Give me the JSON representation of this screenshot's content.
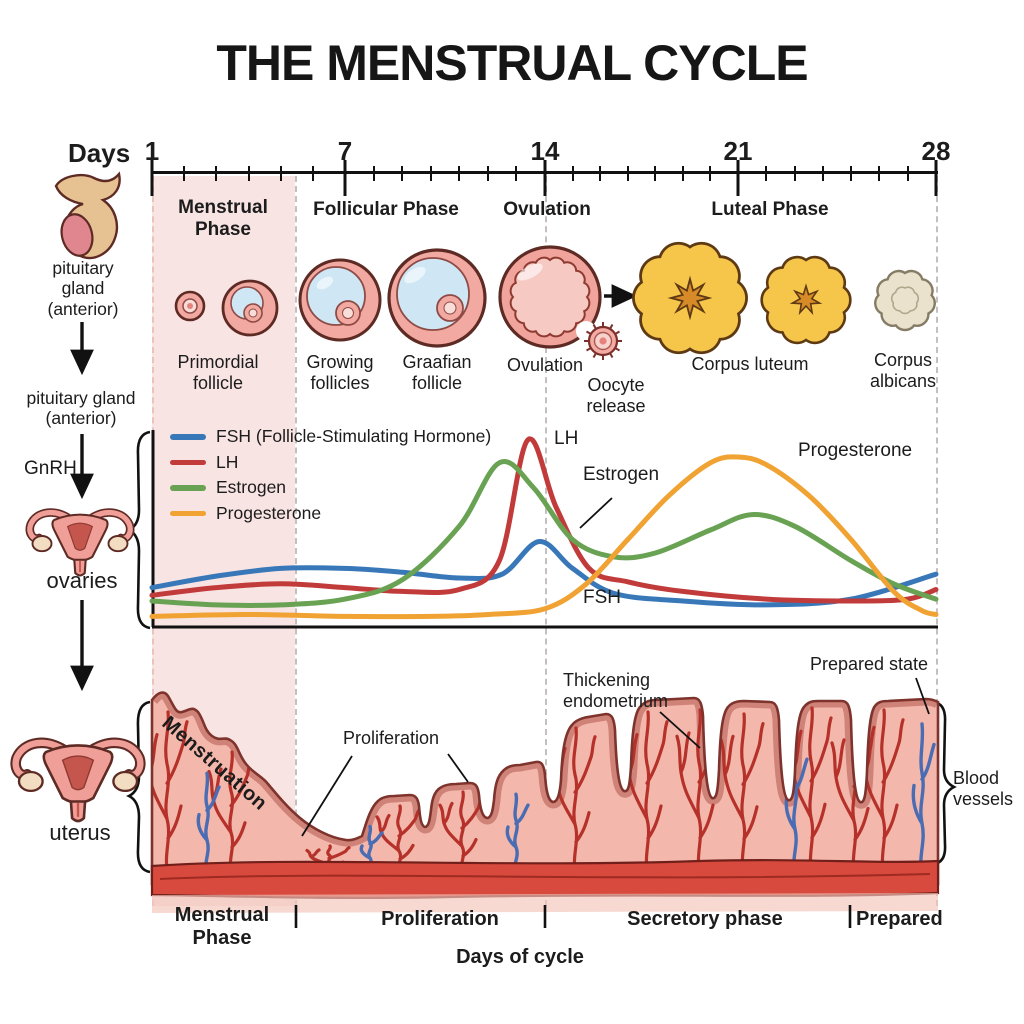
{
  "title": "THE MENSTRUAL CYCLE",
  "timeline": {
    "label": "Days",
    "major_days": [
      "1",
      "7",
      "14",
      "21",
      "28"
    ],
    "start_day": 1,
    "end_day": 28
  },
  "top_phases": {
    "menstrual": "Menstrual\nPhase",
    "follicular": "Follicular Phase",
    "ovulation": "Ovulation",
    "luteal": "Luteal Phase"
  },
  "follicle_row": {
    "primordial": "Primordial\nfollicle",
    "growing": "Growing\nfollicles",
    "graafian": "Graafian\nfollicle",
    "ovulation": "Ovulation",
    "oocyte_release": "Oocyte\nrelease",
    "corpus_luteum": "Corpus luteum",
    "corpus_albicans": "Corpus\nalbicans"
  },
  "left_column": {
    "pituitary_caption": "pituitary\ngland\n(anterior)",
    "pituitary_caption_2": "pituitary gland\n(anterior)",
    "gnrh": "GnRH",
    "ovaries": "ovaries",
    "uterus": "uterus"
  },
  "hormone_chart": {
    "type": "line",
    "x_label_days": [
      1,
      7,
      14,
      21,
      28
    ],
    "legend": [
      {
        "name": "FSH (Follicle-Stimulating Hormone)",
        "color": "#3878b8"
      },
      {
        "name": "LH",
        "color": "#c23b3b"
      },
      {
        "name": "Estrogen",
        "color": "#68a252"
      },
      {
        "name": "Progesterone",
        "color": "#f0a232"
      }
    ],
    "inline_labels": {
      "lh": "LH",
      "estrogen": "Estrogen",
      "progesterone": "Progesterone",
      "fsh": "FSH"
    },
    "series": [
      {
        "name": "FSH",
        "color": "#3878b8",
        "points": [
          [
            1,
            0.2
          ],
          [
            3,
            0.26
          ],
          [
            5,
            0.3
          ],
          [
            7,
            0.3
          ],
          [
            9,
            0.28
          ],
          [
            11,
            0.25
          ],
          [
            12.5,
            0.27
          ],
          [
            13.8,
            0.44
          ],
          [
            15,
            0.3
          ],
          [
            16.5,
            0.17
          ],
          [
            19,
            0.13
          ],
          [
            22,
            0.11
          ],
          [
            25,
            0.14
          ],
          [
            28,
            0.27
          ]
        ]
      },
      {
        "name": "LH",
        "color": "#c23b3b",
        "points": [
          [
            1,
            0.16
          ],
          [
            3,
            0.2
          ],
          [
            5,
            0.22
          ],
          [
            7,
            0.2
          ],
          [
            9,
            0.18
          ],
          [
            11,
            0.19
          ],
          [
            12.4,
            0.34
          ],
          [
            13.4,
            0.97
          ],
          [
            14.4,
            0.62
          ],
          [
            15.6,
            0.3
          ],
          [
            17,
            0.23
          ],
          [
            19,
            0.18
          ],
          [
            22,
            0.14
          ],
          [
            25,
            0.13
          ],
          [
            27,
            0.14
          ],
          [
            28,
            0.19
          ]
        ]
      },
      {
        "name": "Estrogen",
        "color": "#68a252",
        "points": [
          [
            1,
            0.13
          ],
          [
            3,
            0.11
          ],
          [
            5,
            0.11
          ],
          [
            7,
            0.14
          ],
          [
            9,
            0.24
          ],
          [
            11,
            0.52
          ],
          [
            12.4,
            0.85
          ],
          [
            13.6,
            0.72
          ],
          [
            15,
            0.45
          ],
          [
            16.5,
            0.36
          ],
          [
            18,
            0.38
          ],
          [
            20,
            0.5
          ],
          [
            21.5,
            0.58
          ],
          [
            23,
            0.52
          ],
          [
            25,
            0.34
          ],
          [
            26.5,
            0.22
          ],
          [
            28,
            0.14
          ]
        ]
      },
      {
        "name": "Progesterone",
        "color": "#f0a232",
        "points": [
          [
            1,
            0.05
          ],
          [
            4,
            0.06
          ],
          [
            7,
            0.05
          ],
          [
            10,
            0.05
          ],
          [
            12,
            0.06
          ],
          [
            14,
            0.09
          ],
          [
            15.5,
            0.22
          ],
          [
            17,
            0.45
          ],
          [
            18.5,
            0.68
          ],
          [
            20,
            0.85
          ],
          [
            21,
            0.88
          ],
          [
            22,
            0.84
          ],
          [
            23.5,
            0.68
          ],
          [
            25,
            0.45
          ],
          [
            26.5,
            0.18
          ],
          [
            27.5,
            0.08
          ],
          [
            28,
            0.06
          ]
        ]
      }
    ]
  },
  "endometrium": {
    "menstruation": "Menstruation",
    "proliferation": "Proliferation",
    "thickening": "Thickening\nendometrium",
    "prepared_state": "Prepared state",
    "blood_vessels": "Blood\nvessels"
  },
  "bottom_axis": {
    "menstrual": "Menstrual\nPhase",
    "proliferation": "Proliferation",
    "secretory": "Secretory phase",
    "prepared": "Prepared",
    "label": "Days of cycle"
  },
  "colors": {
    "fsh": "#3878b8",
    "lh": "#c23b3b",
    "estrogen": "#68a252",
    "progesterone": "#f0a232",
    "phase_band": "#f9e4e4",
    "endometrium_fill": "#f3b7ab",
    "endometrium_outline": "#7e332c",
    "basal_band": "#d84a3e",
    "vessel_red": "#b5312a",
    "vessel_blue": "#4a6cb3",
    "follicle_pink": "#f2a9a1",
    "follicle_fluid_blue": "#cfe7f5",
    "corpus_luteum_yellow": "#f6c64a",
    "corpus_albicans_beige": "#ebe2cd"
  }
}
